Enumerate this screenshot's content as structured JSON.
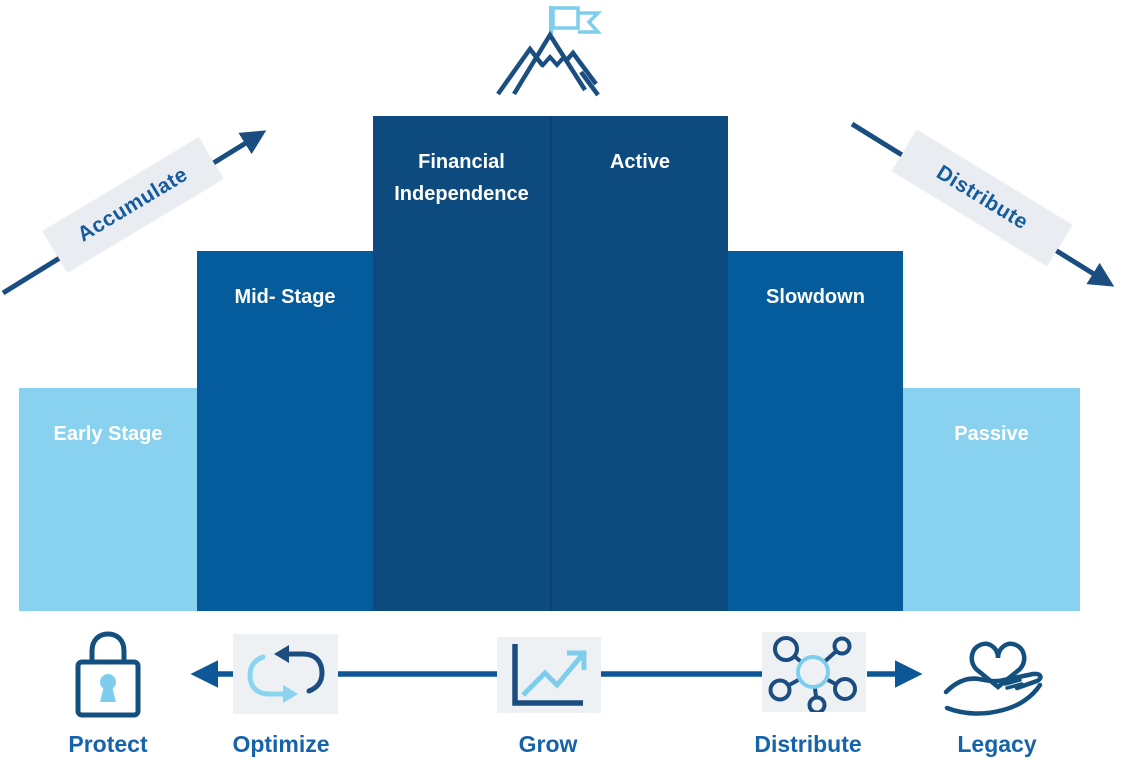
{
  "diagram": {
    "peak_icon": "mountain-with-flag",
    "flows": {
      "accumulate": "Accumulate",
      "distribute": "Distribute"
    },
    "stages": {
      "early": "Early Stage",
      "mid": "Mid- Stage",
      "financial_independence": "Financial Independence",
      "active": "Active",
      "slowdown": "Slowdown",
      "passive": "Passive"
    },
    "pillars": [
      {
        "label": "Protect",
        "icon": "lock-icon"
      },
      {
        "label": "Optimize",
        "icon": "cycle-arrows-icon"
      },
      {
        "label": "Grow",
        "icon": "growth-chart-icon"
      },
      {
        "label": "Distribute",
        "icon": "network-icon"
      },
      {
        "label": "Legacy",
        "icon": "heart-in-hand-icon"
      }
    ],
    "colors": {
      "dark_navy_arrow": "#1a4e80",
      "connector_blue": "#0d5796",
      "deep_block_blue": "#0d4a7e",
      "medium_block_blue": "#045c9c",
      "light_block_blue": "#88d1ef",
      "light_accent": "#7fcdec",
      "icon_box_gray": "#eef1f4",
      "label_box_gray": "#e9edf2",
      "pillar_label_blue": "#1563aa",
      "block_text": "#ffffff"
    }
  }
}
